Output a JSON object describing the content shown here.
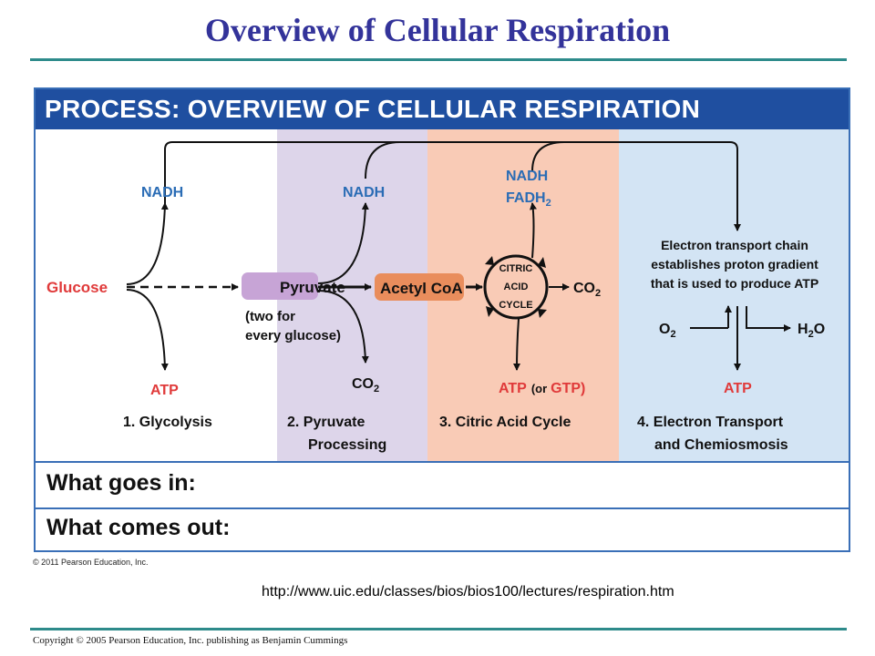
{
  "slide": {
    "title": "Overview of Cellular Respiration",
    "source_url": "http://www.uic.edu/classes/bios/bios100/lectures/respiration.htm",
    "footer": "Copyright © 2005 Pearson Education, Inc. publishing as Benjamin Cummings"
  },
  "figure": {
    "banner": "PROCESS: OVERVIEW OF CELLULAR RESPIRATION",
    "copyright": "© 2011 Pearson Education, Inc.",
    "labels": {
      "glucose": "Glucose",
      "pyruvate": "Pyruvate",
      "pyruvate_note_1": "(two for",
      "pyruvate_note_2": "every glucose)",
      "acetyl_coa": "Acetyl CoA",
      "citric_1": "CITRIC",
      "citric_2": "ACID",
      "citric_3": "CYCLE",
      "nadh_1": "NADH",
      "nadh_2": "NADH",
      "nadh_3": "NADH",
      "fadh": "FADH",
      "fadh_sub": "2",
      "atp_1": "ATP",
      "atp_3": "ATP",
      "atp_3_or": "(or",
      "atp_3_gtp": "GTP)",
      "atp_4": "ATP",
      "co2_2": "CO",
      "co2_2_sub": "2",
      "co2_3": "CO",
      "co2_3_sub": "2",
      "o2": "O",
      "o2_sub": "2",
      "h2o_h": "H",
      "h2o_sub": "2",
      "h2o_o": "O",
      "etc_1": "Electron transport chain",
      "etc_2": "establishes proton gradient",
      "etc_3": "that is used to produce ATP"
    },
    "stages": [
      {
        "label_1": "1. Glycolysis",
        "label_2": ""
      },
      {
        "label_1": "2. Pyruvate",
        "label_2": "Processing"
      },
      {
        "label_1": "3. Citric Acid Cycle",
        "label_2": ""
      },
      {
        "label_1": "4. Electron Transport",
        "label_2": "and Chemiosmosis"
      }
    ],
    "rows": {
      "goes_in": "What goes in:",
      "comes_out": "What comes out:"
    }
  },
  "colors": {
    "title": "#33339a",
    "rule": "#2e8b8b",
    "banner": "#1f4fa0",
    "stage2_bg": "#ddd5ea",
    "stage3_bg": "#f9cbb6",
    "stage4_bg": "#d3e4f4",
    "glucose_text": "#e03a3a",
    "nadh_text": "#2a6cb5",
    "pyruvate_box": "#c7a4d6",
    "acetyl_box": "#e98d5c"
  }
}
